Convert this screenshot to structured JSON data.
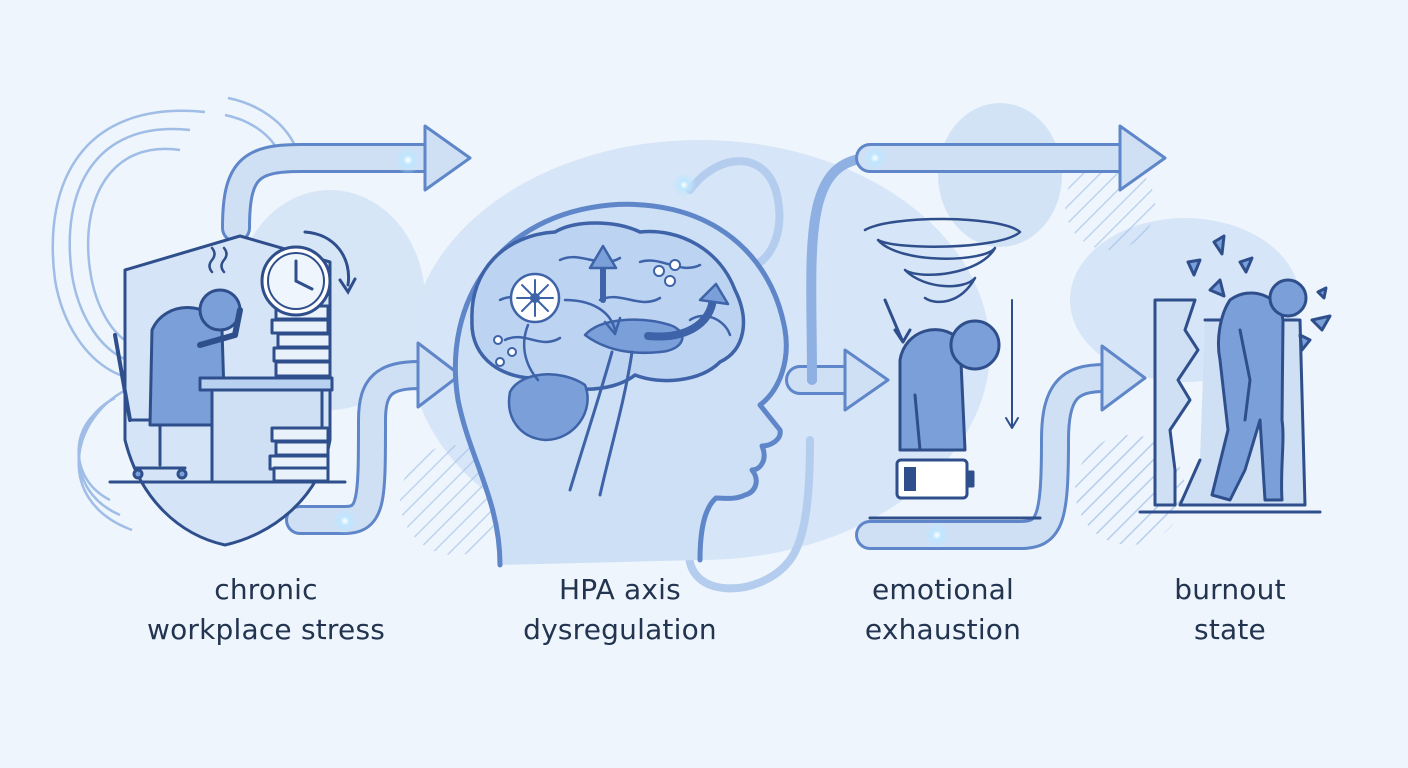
{
  "stages": [
    {
      "line1": "chronic",
      "line2": "workplace stress"
    },
    {
      "line1": "HPA axis",
      "line2": "dysregulation"
    },
    {
      "line1": "emotional",
      "line2": "exhaustion"
    },
    {
      "line1": "burnout",
      "line2": "state"
    }
  ],
  "colors": {
    "background": "#eef5fc",
    "ink": "#2f4f8c",
    "fill": "#7b9fd9",
    "light": "#cfe0f5",
    "text": "#22344f"
  }
}
